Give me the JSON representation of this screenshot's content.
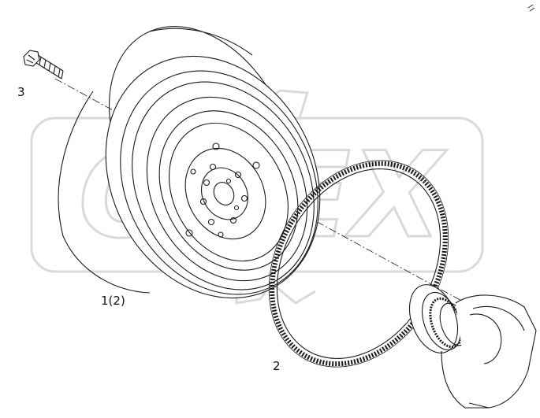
{
  "callouts": {
    "bolt": "3",
    "flywheel": "1(2)",
    "ring_gear": "2"
  },
  "watermark": {
    "text": "OREX",
    "color": "#d9d9d9"
  },
  "colors": {
    "line": "#1a1a1a",
    "background": "#ffffff"
  },
  "icons": [
    "flywheel-icon",
    "ring-gear-icon",
    "bolt-icon",
    "crankshaft-icon"
  ]
}
